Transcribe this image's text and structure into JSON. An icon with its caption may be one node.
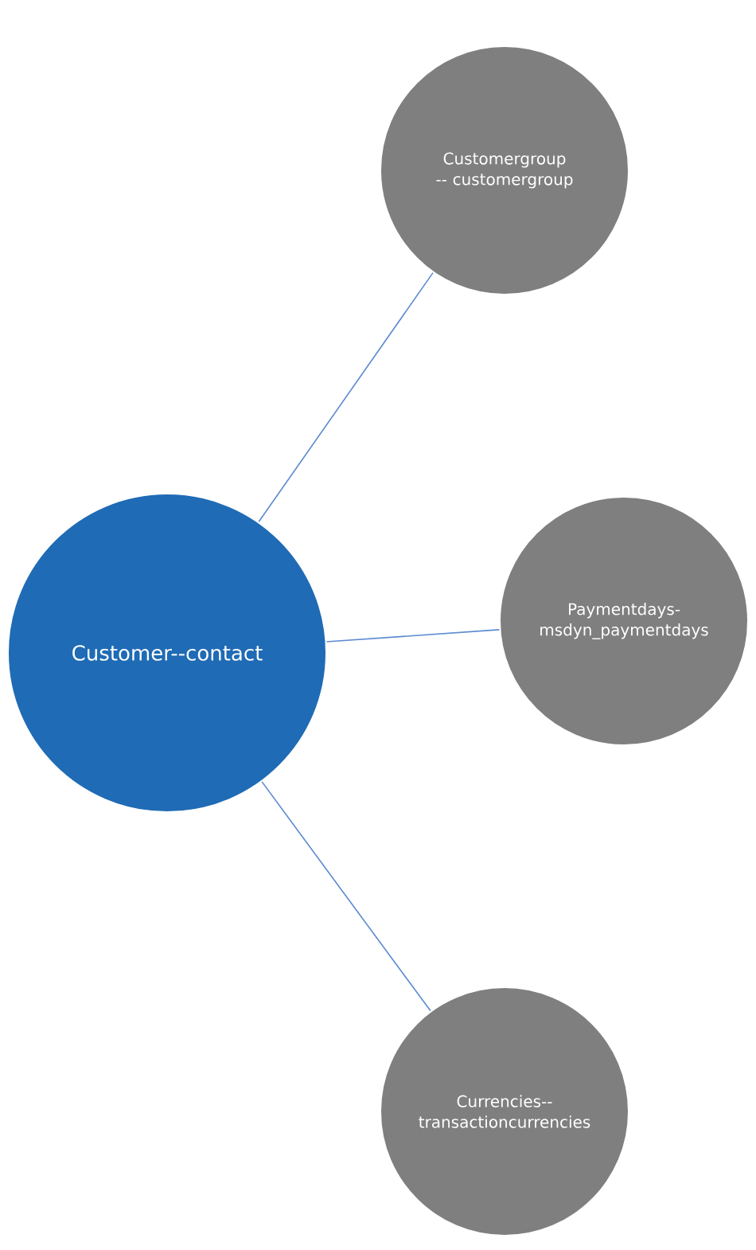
{
  "diagram": {
    "nodes": [
      {
        "text": [
          "Customer--contact"
        ]
      },
      {
        "text": [
          "Customergroup -- customergroup"
        ]
      },
      {
        "text": [
          "Paymentdays-msdyn_paymentdays"
        ]
      },
      {
        "text": [
          "Currencies--transactioncurrencies"
        ]
      }
    ],
    "edges": [
      {
        "from": 0,
        "to": 1,
        "arrow": "none"
      },
      {
        "from": 0,
        "to": 2,
        "arrow": "none"
      },
      {
        "from": 0,
        "to": 3,
        "arrow": "none"
      }
    ]
  }
}
